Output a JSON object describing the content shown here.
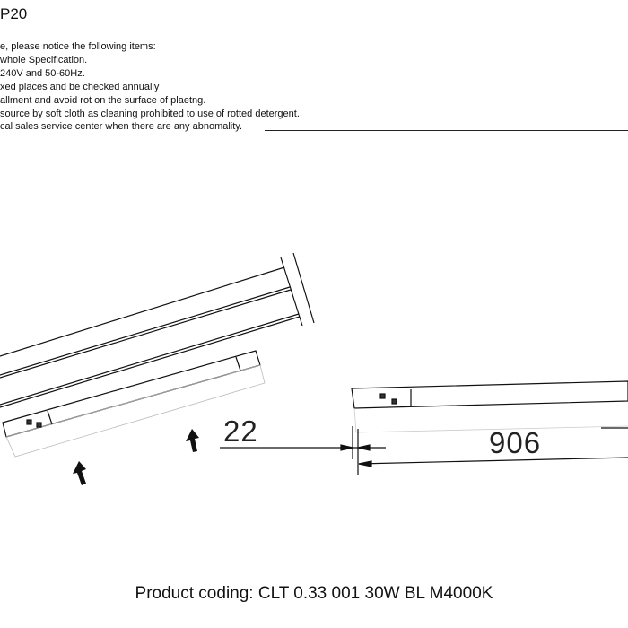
{
  "header": {
    "title": "P20"
  },
  "notes": [
    "e, please notice the following items:",
    "whole Specification.",
    "240V and 50-60Hz.",
    "xed places and be checked annually",
    "allment and avoid rot on the surface of plaetng.",
    "source by soft cloth as cleaning prohibited to use of rotted detergent.",
    "cal sales service center when there are any abnomality."
  ],
  "drawing": {
    "dimension_gap": "22",
    "dimension_length": "906"
  },
  "footer": {
    "product_coding": "Product coding: CLT 0.33 001 30W BL M4000K"
  }
}
